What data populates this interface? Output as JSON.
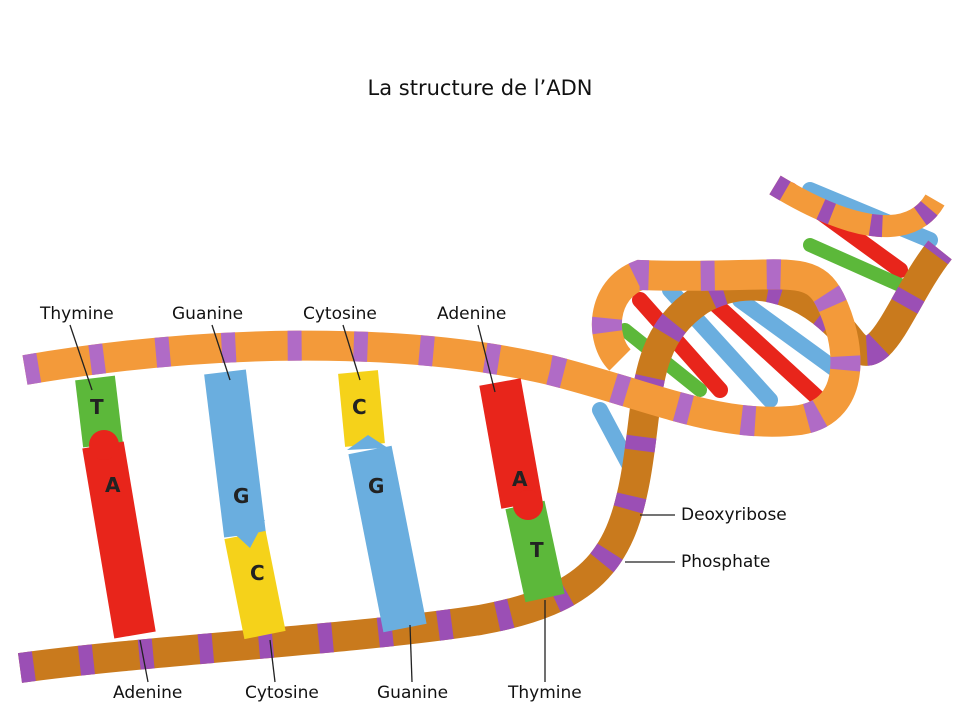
{
  "title": "La structure de l’ADN",
  "top_labels": [
    "Thymine",
    "Guanine",
    "Cytosine",
    "Adenine"
  ],
  "bottom_labels": [
    "Adenine",
    "Cytosine",
    "Guanine",
    "Thymine"
  ],
  "side_labels": {
    "deoxyribose": "Deoxyribose",
    "phosphate": "Phosphate"
  },
  "pairs": [
    {
      "top": "T",
      "bottom": "A"
    },
    {
      "top": "G",
      "bottom": "C"
    },
    {
      "top": "C",
      "bottom": "G"
    },
    {
      "top": "A",
      "bottom": "T"
    }
  ],
  "colors": {
    "adenine": "#e8251b",
    "thymine": "#5cb83a",
    "guanine": "#6aaedf",
    "cytosine": "#f5d21a",
    "backbone": "#f39a3a",
    "backbone_dark": "#c97a1d",
    "phosphate": "#9b4fb5"
  }
}
